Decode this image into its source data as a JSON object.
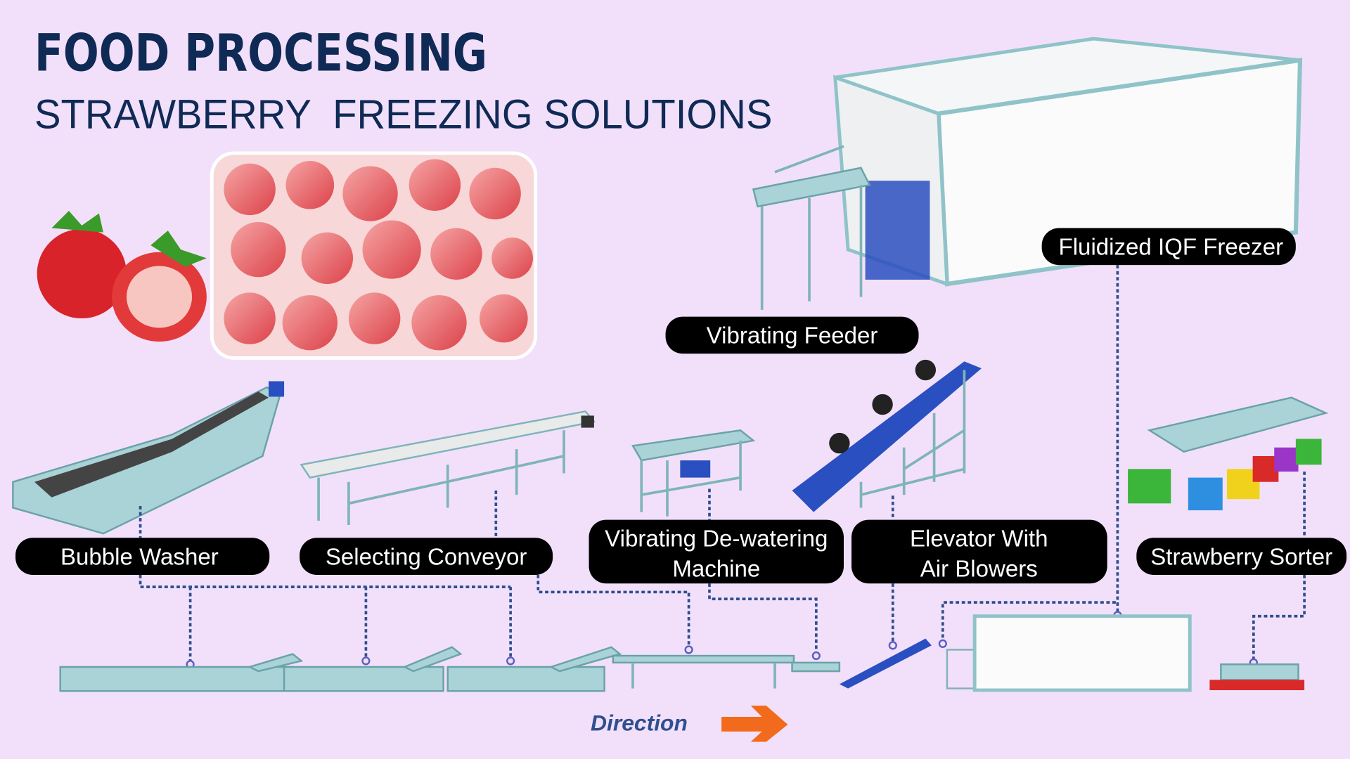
{
  "header": {
    "title": "FOOD PROCESSING",
    "subtitle": "STRAWBERRY  FREEZING SOLUTIONS"
  },
  "machines": [
    {
      "label": "Bubble Washer"
    },
    {
      "label": "Selecting Conveyor"
    },
    {
      "label_line1": "Vibrating De-watering",
      "label_line2": "Machine"
    },
    {
      "label_line1": "Elevator With",
      "label_line2": "Air Blowers"
    },
    {
      "label": "Strawberry Sorter"
    },
    {
      "label": "Vibrating Feeder"
    },
    {
      "label": "Fluidized IQF Freezer"
    }
  ],
  "footer": {
    "direction": "Direction"
  },
  "colors": {
    "background": "#f2e0fa",
    "title": "#0f2a55",
    "connector": "#2f4f8f",
    "arrow": "#f26a1b",
    "machine": "#a9d3d6",
    "belt": "#2a4fc0"
  }
}
